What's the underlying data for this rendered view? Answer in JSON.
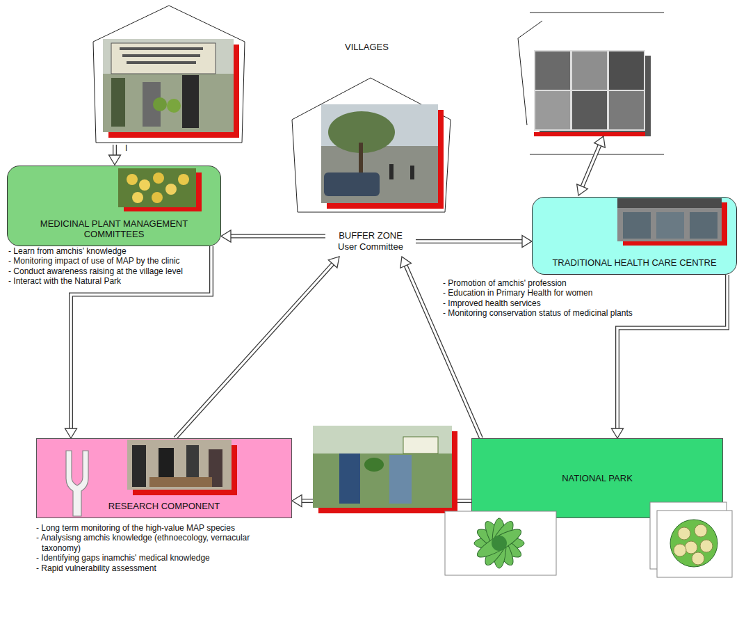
{
  "diagram": {
    "nodes": [
      {
        "text": [
          "MEDICINAL PLANT MANAGEMENT COMMITTEES"
        ]
      },
      {
        "text": [
          "BUFFER ZONE User Committee"
        ]
      },
      {
        "text": [
          "TRADITIONAL HEALTH CARE CENTRE"
        ]
      },
      {
        "text": [
          "RESEARCH COMPONENT"
        ]
      },
      {
        "text": [
          "NATIONAL PARK"
        ]
      }
    ],
    "edges": [
      {
        "from": 1,
        "to": 0,
        "arrow": "to"
      },
      {
        "from": 1,
        "to": 2,
        "arrow": "to"
      },
      {
        "from": 0,
        "to": 3,
        "arrow": "to"
      },
      {
        "from": 3,
        "to": 1,
        "arrow": "to"
      },
      {
        "from": 2,
        "to": 4,
        "arrow": "to"
      },
      {
        "from": 4,
        "to": 1,
        "arrow": "to"
      },
      {
        "from": 4,
        "to": 3,
        "arrow": "to"
      }
    ],
    "labels": [
      "VILLAGES",
      "I",
      "- Learn from amchis' knowledge",
      "- Monitoring impact of use of MAP by the clinic",
      "- Conduct awareness raising at the village level",
      "- Interact with the Natural Park",
      "- Promotion of amchis' profession",
      "- Education in Primary Health for women",
      "- Improved health services",
      "- Monitoring conservation status of medicinal plants",
      "- Long term monitoring of the high-value MAP species",
      "- Analysisng amchis knowledge (ethnoecology, vernacular taxonomy)",
      "- Identifying gaps inamchis' medical knowledge",
      "- Rapid vulnerability assessment"
    ]
  }
}
